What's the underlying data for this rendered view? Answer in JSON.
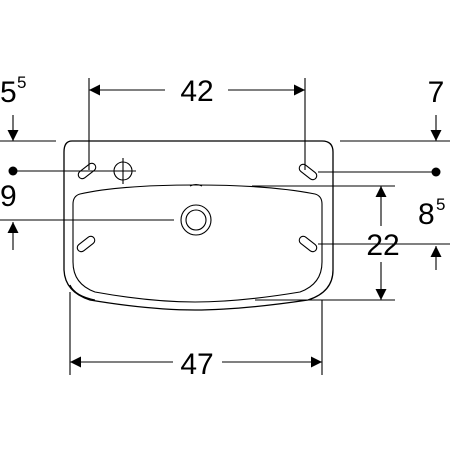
{
  "dimensions": {
    "hole_spacing": "42",
    "overall_width": "47",
    "depth_offset": "22",
    "left_top_offset_main": "5",
    "left_top_offset_sup": "5",
    "left_side_offset": "9",
    "right_top_offset": "7",
    "right_side_offset_main": "8",
    "right_side_offset_sup": "5"
  }
}
